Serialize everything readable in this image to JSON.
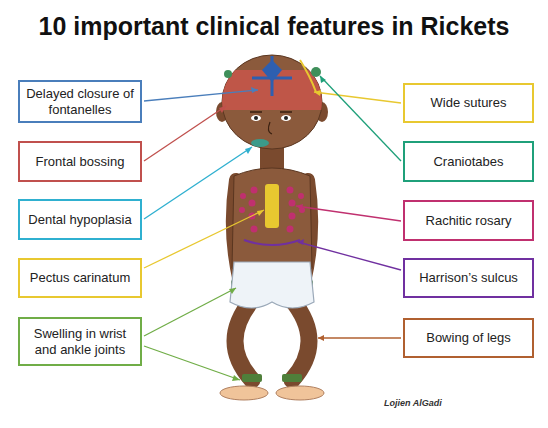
{
  "diagram": {
    "title": "10 important clinical features in Rickets",
    "nodes": [
      {
        "text": [
          "Delayed closure of fontanelles"
        ]
      },
      {
        "text": [
          "Wide sutures"
        ]
      },
      {
        "text": [
          "Frontal bossing"
        ]
      },
      {
        "text": [
          "Craniotabes"
        ]
      },
      {
        "text": [
          "Dental hypoplasia"
        ]
      },
      {
        "text": [
          "Rachitic rosary"
        ]
      },
      {
        "text": [
          "Pectus carinatum"
        ]
      },
      {
        "text": [
          "Harrison’s sulcus"
        ]
      },
      {
        "text": [
          "Swelling in wrist and ankle joints"
        ]
      },
      {
        "text": [
          "Bowing of legs"
        ]
      }
    ],
    "labels": [
      "Lojien AlGadi"
    ]
  }
}
